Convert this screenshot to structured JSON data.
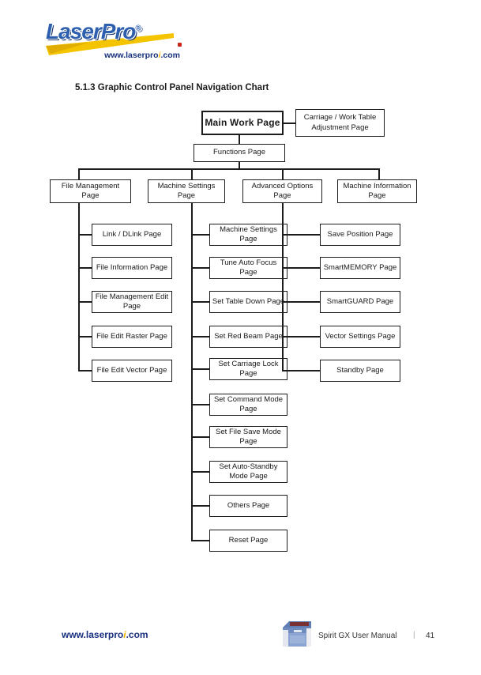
{
  "logo": {
    "brand": "LaserPro",
    "registered": "®",
    "url_prefix": "www.laserpro",
    "url_accent": "i",
    "url_suffix": ".com"
  },
  "title": "5.1.3 Graphic Control Panel Navigation Chart",
  "chart": {
    "main": "Main Work Page",
    "carriage": "Carriage / Work Table Adjustment Page",
    "functions": "Functions Page",
    "branches": {
      "file_management": "File Management Page",
      "machine_settings": "Machine Settings Page",
      "advanced_options": "Advanced Options Page",
      "machine_information": "Machine Information Page"
    },
    "file_management_children": [
      "Link / DLink Page",
      "File Information Page",
      "File Management Edit Page",
      "File Edit Raster Page",
      "File Edit Vector Page"
    ],
    "machine_settings_children": [
      "Machine Settings Page",
      "Tune Auto Focus Page",
      "Set Table Down Page",
      "Set Red Beam Page",
      "Set Carriage Lock Page",
      "Set Command Mode Page",
      "Set File Save Mode Page",
      "Set Auto-Standby Mode Page",
      "Others Page",
      "Reset Page"
    ],
    "advanced_options_children": [
      "Save Position Page",
      "SmartMEMORY Page",
      "SmartGUARD Page",
      "Vector Settings Page",
      "Standby Page"
    ]
  },
  "footer": {
    "url_prefix": "www.laserpro",
    "url_accent": "i",
    "url_suffix": ".com",
    "manual": "Spirit GX User Manual",
    "separator": "|",
    "page_number": "41"
  },
  "colors": {
    "brand_blue": "#2d5fae",
    "navy": "#17317e",
    "yellow": "#f5b400",
    "red": "#c8281c",
    "line": "#1c1c1c"
  }
}
